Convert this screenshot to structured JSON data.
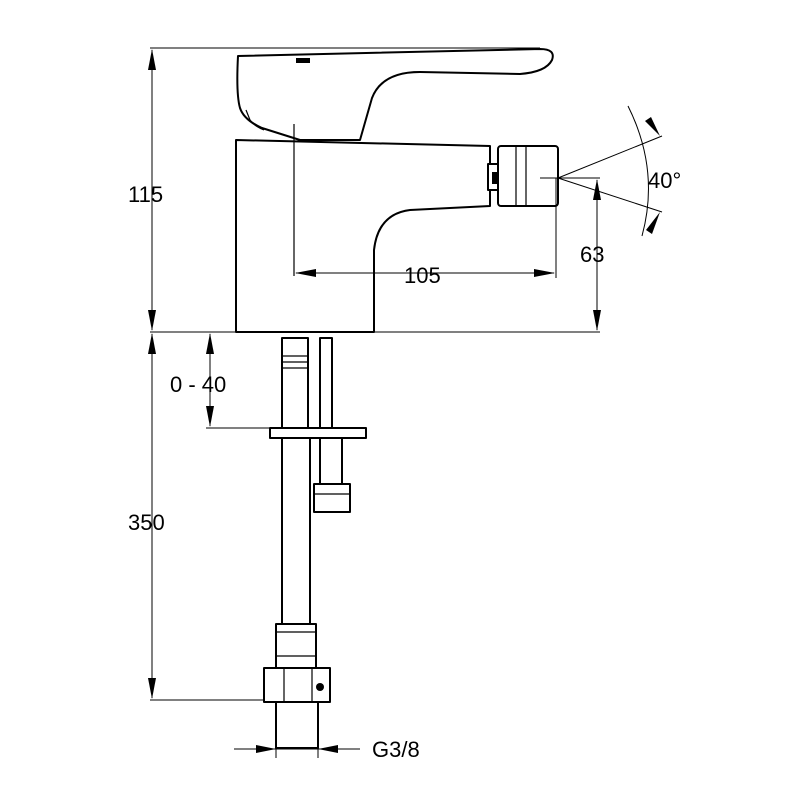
{
  "dimensions": {
    "height_body": "115",
    "spout_reach": "105",
    "spout_height": "63",
    "spray_angle": "40°",
    "deck_thickness": "0 - 40",
    "hose_length": "350",
    "thread": "G3/8"
  },
  "colors": {
    "line": "#000000",
    "background": "#ffffff"
  }
}
